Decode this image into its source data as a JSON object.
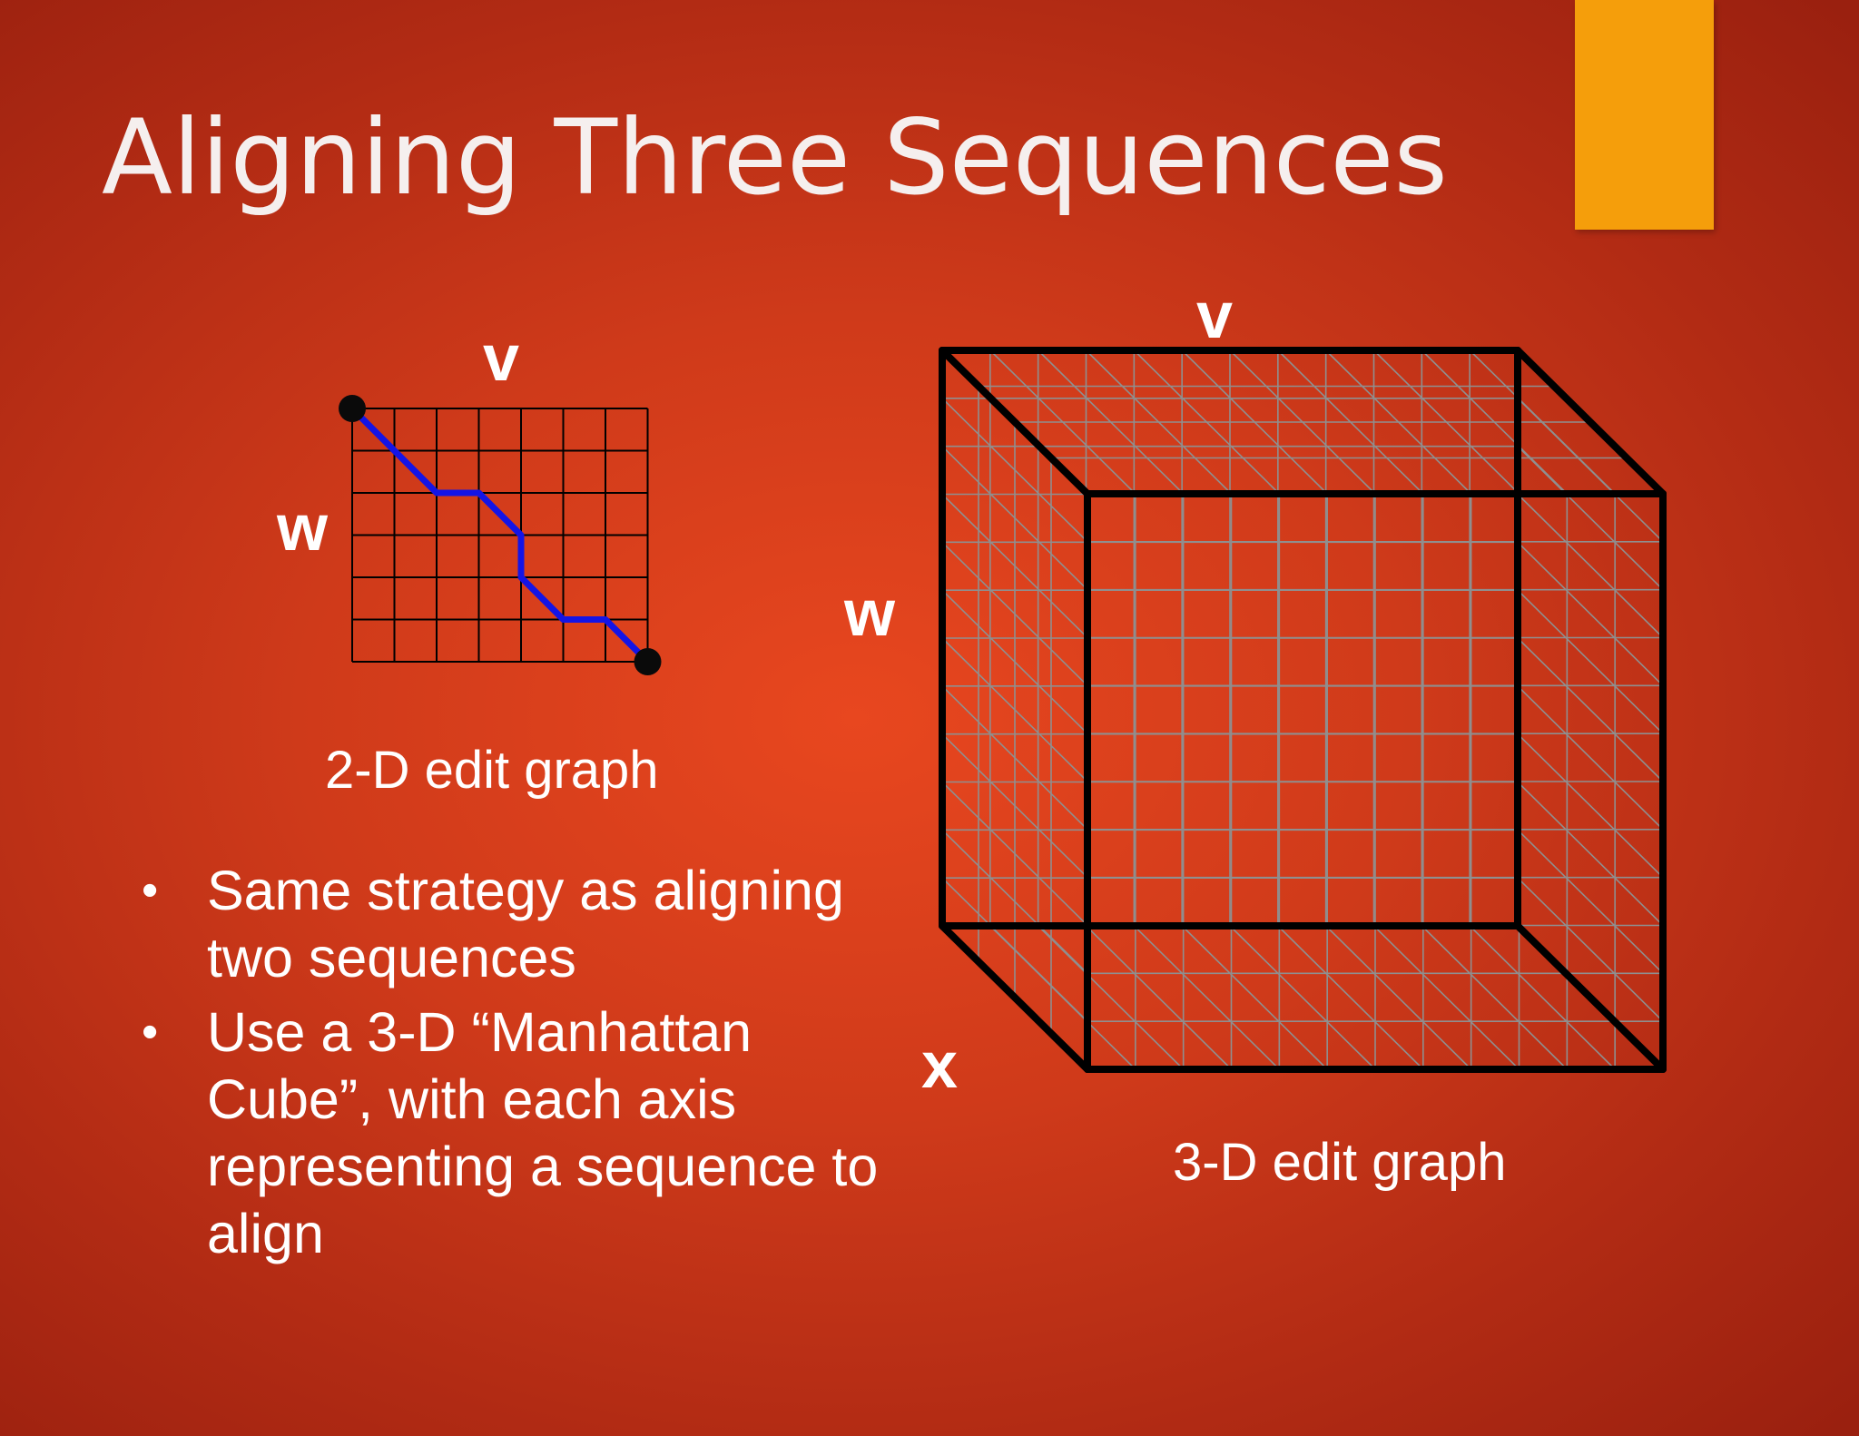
{
  "title": "Aligning Three Sequences",
  "colors": {
    "accent_bar": "#f59e0b",
    "path": "#1414e6",
    "grid_2d": "#000000",
    "grid_3d": "#8f8f8f"
  },
  "diagram_2d": {
    "label_top": "v",
    "label_left": "w",
    "caption": "2-D edit graph",
    "grid_cells": {
      "columns": 7,
      "rows": 6
    },
    "path": [
      [
        0,
        0
      ],
      [
        1,
        1
      ],
      [
        2,
        2
      ],
      [
        3,
        2
      ],
      [
        4,
        3
      ],
      [
        4,
        4
      ],
      [
        5,
        5
      ],
      [
        6,
        5
      ],
      [
        7,
        6
      ]
    ]
  },
  "diagram_3d": {
    "label_top": "v",
    "label_left": "w",
    "label_depth": "x",
    "caption": "3-D edit graph"
  },
  "bullets": [
    "Same strategy as aligning two sequences",
    "Use a 3-D “Manhattan Cube”, with each axis representing a sequence to align"
  ],
  "bullet_symbol": "•"
}
